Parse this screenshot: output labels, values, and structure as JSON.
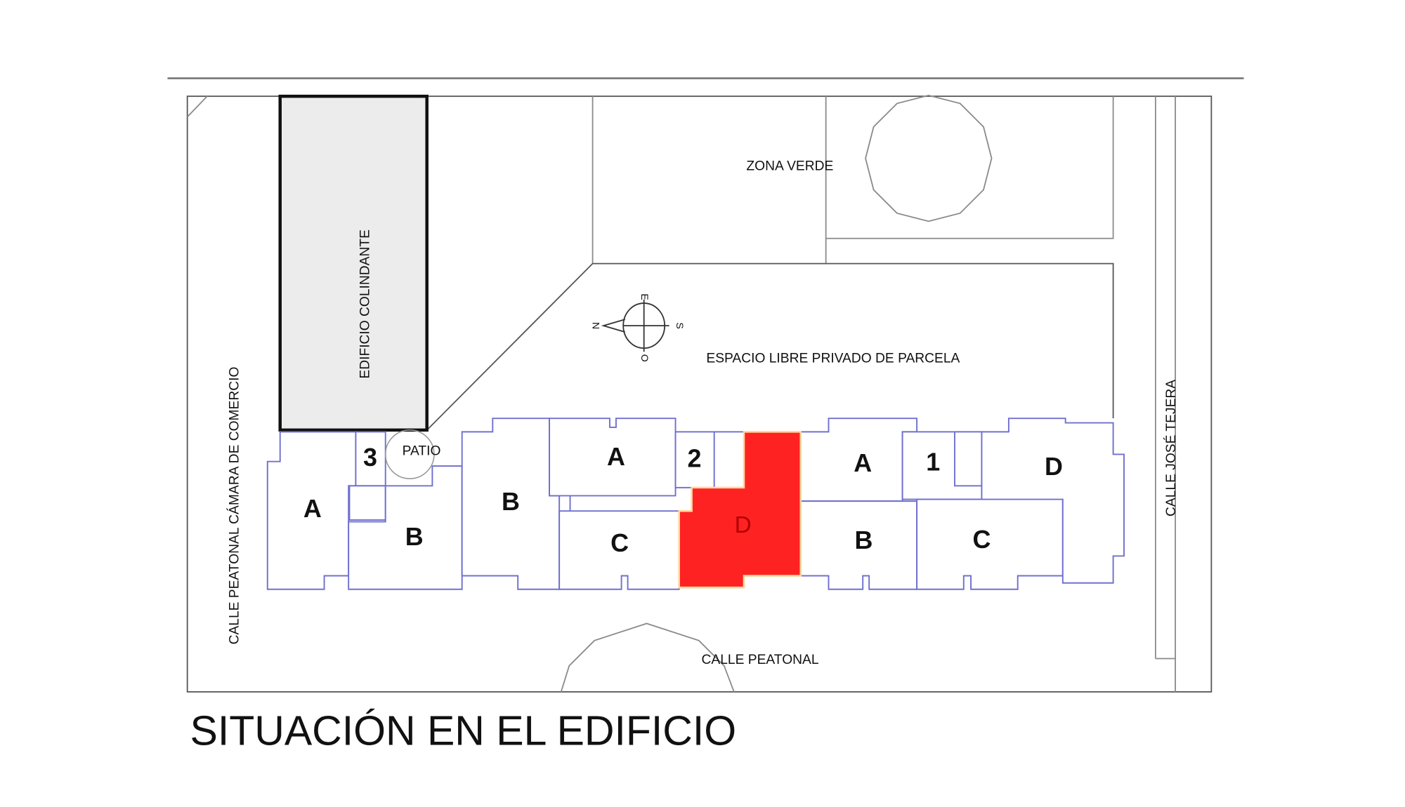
{
  "title": "SITUACIÓN EN EL EDIFICIO",
  "labels": {
    "zona_verde": "ZONA VERDE",
    "espacio_libre": "ESPACIO LIBRE PRIVADO DE PARCELA",
    "calle_peatonal": "CALLE PEATONAL",
    "calle_camara": "CALLE PEATONAL CÁMARA DE COMERCIO",
    "calle_tejera": "CALLE JOSÉ TEJERA",
    "edificio_colindante": "EDIFICIO COLINDANTE",
    "patio": "PATIO"
  },
  "compass": {
    "n": "N",
    "e": "E",
    "s": "S",
    "o": "O"
  },
  "units": {
    "left_a": "A",
    "stair_3": "3",
    "left_b": "B",
    "mid_b": "B",
    "mid_a": "A",
    "stair_2": "2",
    "mid_c": "C",
    "selected_d": "D",
    "right_a": "A",
    "stair_1": "1",
    "right_d": "D",
    "right_b": "B",
    "right_c": "C"
  },
  "colors": {
    "selected": "#ff2222",
    "outline": "#7070d0"
  }
}
